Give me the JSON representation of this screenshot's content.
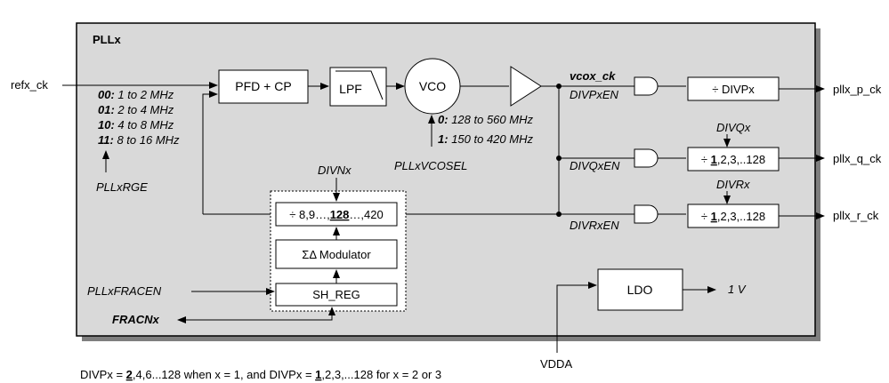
{
  "block_title": "PLLx",
  "inputs": {
    "refx_ck": "refx_ck",
    "rge_options": [
      "00:",
      "01:",
      "10:",
      "11:"
    ],
    "rge_values": [
      "1 to 2 MHz",
      "2 to 4 MHz",
      "4 to 8 MHz",
      "8 to 16 MHz"
    ],
    "pllxrge": "PLLxRGE",
    "pllxfracen": "PLLxFRACEN",
    "fracnx": "FRACNx",
    "vdda": "VDDA"
  },
  "blocks": {
    "pfd_cp": "PFD + CP",
    "lpf": "LPF",
    "vco": "VCO",
    "divn_prefix": "÷ 8,9…,",
    "divn_default": "128",
    "divn_suffix": "…,420",
    "sigma_delta": "ΣΔ Modulator",
    "sh_reg": "SH_REG",
    "ldo": "LDO",
    "divp": "÷ DIVPx",
    "divq_prefix": "÷ ",
    "divq_default": "1",
    "divq_suffix": ",2,3,..128",
    "divr_prefix": "÷ ",
    "divr_default": "1",
    "divr_suffix": ",2,3,..128"
  },
  "vco_sel": {
    "opt0_key": "0:",
    "opt0_range": "128 to 560 MHz",
    "opt1_key": "1:",
    "opt1_range": "150 to 420 MHz",
    "label": "PLLxVCOSEL"
  },
  "signals": {
    "vcox_ck": "vcox_ck",
    "divpxen": "DIVPxEN",
    "divqxen": "DIVQxEN",
    "divrxen": "DIVRxEN",
    "divnx": "DIVNx",
    "divqx": "DIVQx",
    "divrx": "DIVRx",
    "ldo_out": "1 V"
  },
  "outputs": {
    "p": "pllx_p_ck",
    "q": "pllx_q_ck",
    "r": "pllx_r_ck"
  },
  "footnote": {
    "t1": "DIVPx = ",
    "t2": "2",
    "t3": ",4,6...128 when x = 1, and DIVPx = ",
    "t4": "1",
    "t5": ",2,3,...128 for x = 2 or 3"
  }
}
